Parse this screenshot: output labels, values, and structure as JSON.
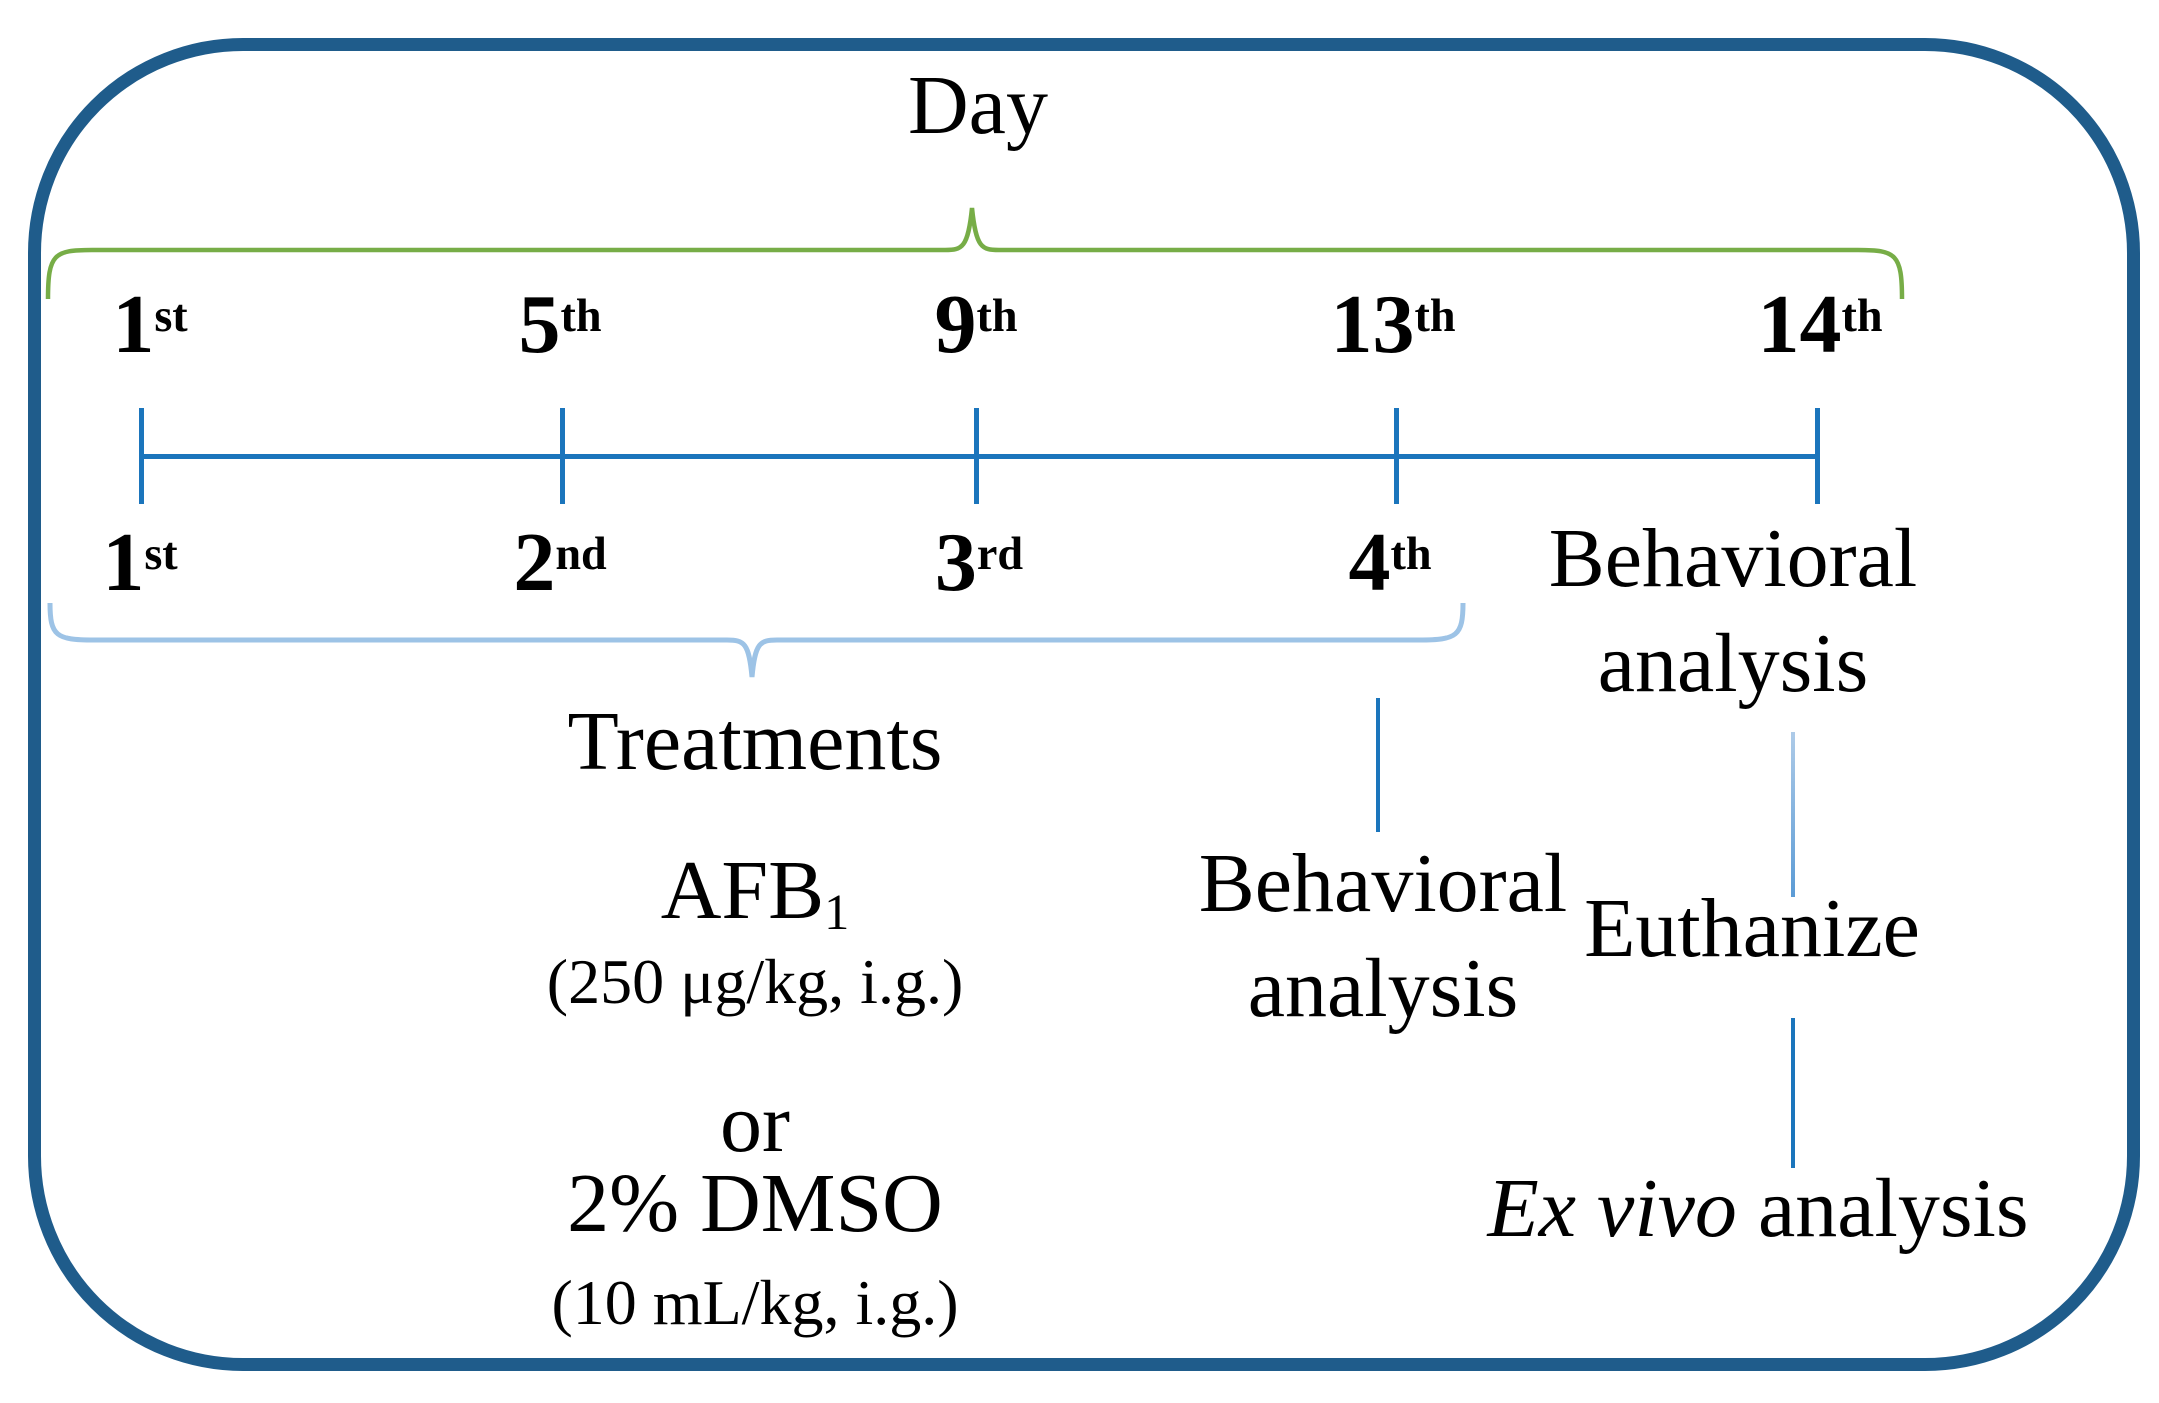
{
  "figure": {
    "description": "Experimental timeline diagram"
  },
  "colors": {
    "frame_blue": "#1f5c8b",
    "axis_blue": "#1b75bc",
    "brace_green": "#77ad47",
    "brace_light_blue": "#9dc3e6"
  },
  "day_axis": {
    "title": "Day",
    "labels": [
      {
        "num": "1",
        "suffix": "st"
      },
      {
        "num": "5",
        "suffix": "th"
      },
      {
        "num": "9",
        "suffix": "th"
      },
      {
        "num": "13",
        "suffix": "th"
      },
      {
        "num": "14",
        "suffix": "th"
      }
    ]
  },
  "dose_axis": {
    "labels": [
      {
        "num": "1",
        "suffix": "st"
      },
      {
        "num": "2",
        "suffix": "nd"
      },
      {
        "num": "3",
        "suffix": "rd"
      },
      {
        "num": "4",
        "suffix": "th"
      }
    ]
  },
  "treatments": {
    "brace_label": "Treatments",
    "drug": {
      "name": "AFB",
      "subscript": "1",
      "dose": "(250 μg/kg, i.g.)"
    },
    "or_label": "or",
    "vehicle": {
      "name": "2% DMSO",
      "dose": "(10 mL/kg, i.g.)"
    }
  },
  "events": {
    "behavioral_day13": {
      "line1": "Behavioral",
      "line2": "analysis"
    },
    "behavioral_day14": {
      "line1": "Behavioral",
      "line2": "analysis"
    },
    "euthanize": "Euthanize",
    "ex_vivo": {
      "italic_part": "Ex vivo",
      "rest": " analysis"
    }
  }
}
